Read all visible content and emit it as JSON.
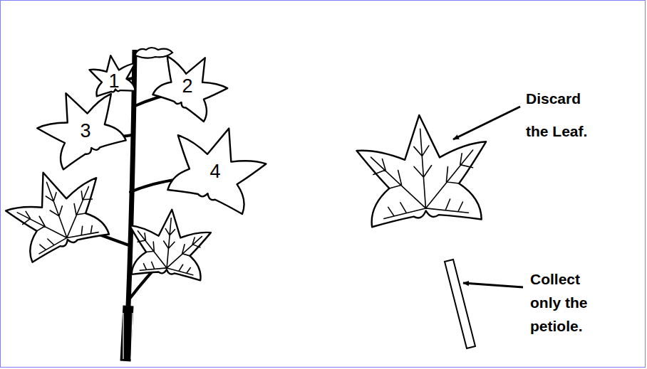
{
  "diagram": {
    "labels": [
      "1",
      "2",
      "3",
      "4",
      "Discard the Leaf.",
      "Collect only the petiole."
    ]
  }
}
